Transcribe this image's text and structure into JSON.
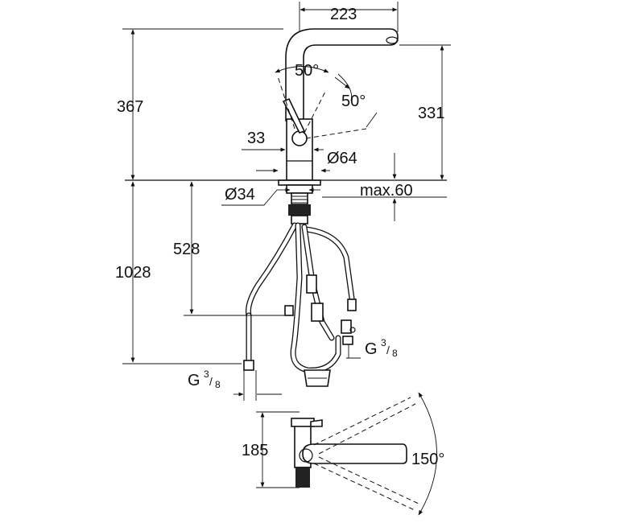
{
  "dimensions": {
    "spout_reach": "223",
    "total_height": "367",
    "spout_height": "331",
    "spout_swivel_angle": "50°",
    "handle_angle": "50°",
    "lever_offset": "33",
    "base_diameter": "Ø64",
    "hole_diameter": "Ø34",
    "max_deck_thickness": "max.60",
    "hose_length_528": "528",
    "hose_length_1028": "1028",
    "thread_left": "G",
    "thread_right": "G",
    "thread_num": "3",
    "thread_den": "8",
    "depth": "185",
    "rotation_angle": "150°"
  },
  "colors": {
    "line": "#111111",
    "background": "#ffffff"
  }
}
